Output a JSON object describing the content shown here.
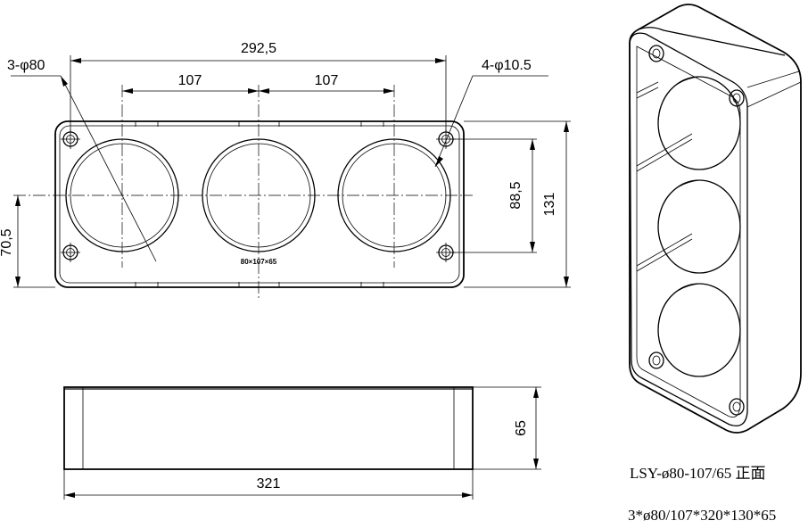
{
  "front_view": {
    "holes_label": "3-φ80",
    "mount_holes_label": "4-φ10.5",
    "overall_span": "292,5",
    "pitch_left": "107",
    "pitch_right": "107",
    "mount_vertical": "88,5",
    "total_height": "131",
    "bottom_offset": "70,5",
    "engraving": "80×107×65"
  },
  "bottom_view": {
    "depth": "65",
    "length": "321"
  },
  "captions": {
    "model": "LSY-ø80-107/65 正面",
    "spec": "3*ø80/107*320*130*65"
  }
}
